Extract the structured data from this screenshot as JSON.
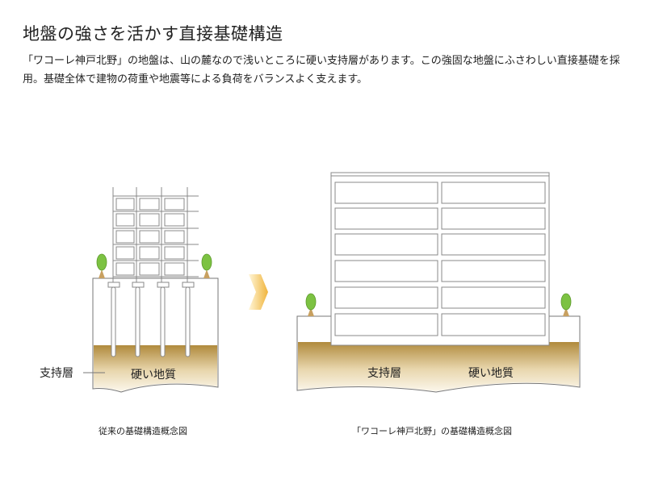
{
  "title": "地盤の強さを活かす直接基礎構造",
  "description": "「ワコーレ神戸北野」の地盤は、山の麓なので浅いところに硬い支持層があります。この強固な地盤にふさわしい直接基礎を採用。基礎全体で建物の荷重や地震等による負荷をバランスよく支えます。",
  "left_diagram": {
    "label_support": "支持層",
    "label_ground": "硬い地質",
    "caption": "従来の基礎構造概念図"
  },
  "right_diagram": {
    "label_support": "支持層",
    "label_ground": "硬い地質",
    "caption": "「ワコーレ神戸北野」の基礎構造概念図"
  },
  "colors": {
    "ground_dark": "#b08a3c",
    "ground_light": "#f4ecd8",
    "tree_green": "#7cc242",
    "trunk": "#c8a060",
    "arrow_light": "#fff4d0",
    "arrow_dark": "#f0b840",
    "line": "#777777"
  }
}
